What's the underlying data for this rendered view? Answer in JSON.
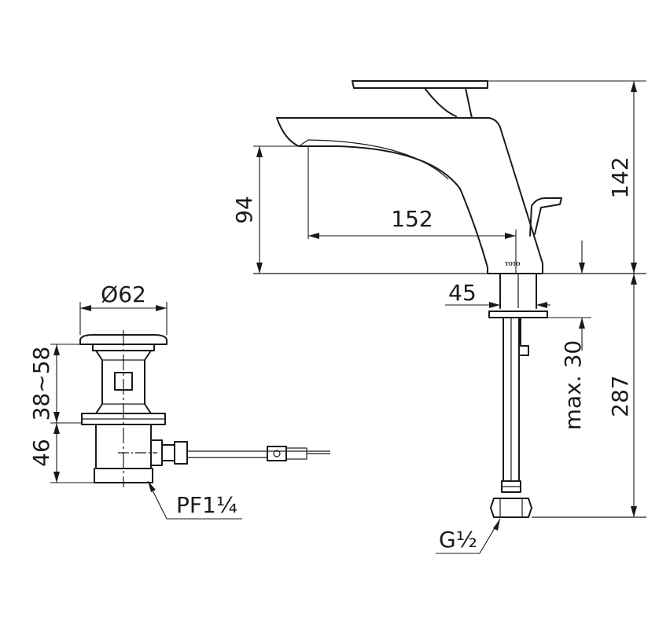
{
  "dimensions": {
    "height_total": "142",
    "spout_height": "94",
    "spout_reach": "152",
    "base_diameter": "45",
    "deck_thickness": "max. 30",
    "hose_length": "287",
    "inlet_thread": "G½",
    "waste_diameter": "Ø62",
    "waste_range": "38~58",
    "waste_height": "46",
    "waste_thread": "PF1¼"
  },
  "brand_mark": "TOTO",
  "colors": {
    "line": "#1a1a1a",
    "background": "#ffffff"
  }
}
